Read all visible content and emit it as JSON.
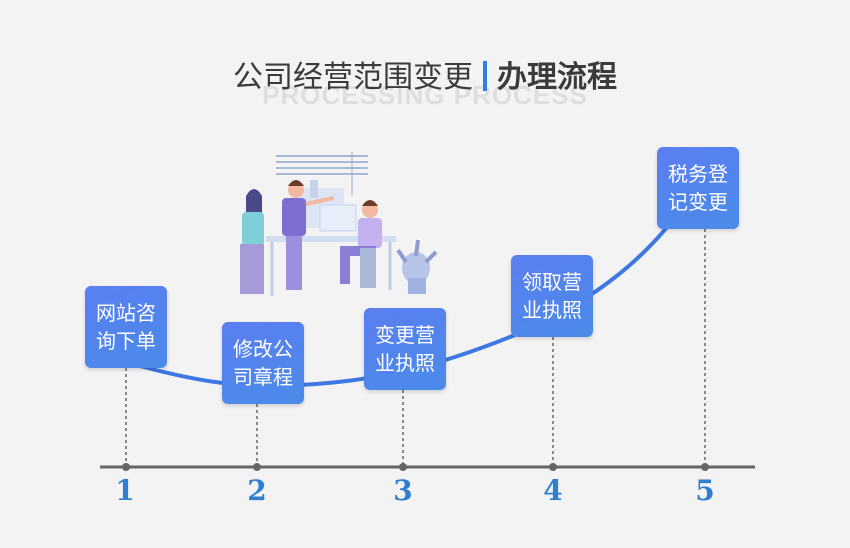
{
  "header": {
    "title_light": "公司经营范围变更",
    "title_bold": "办理流程",
    "watermark": "PROCESSING PROCESS"
  },
  "steps": [
    {
      "number": "1",
      "label": "网站咨询下单"
    },
    {
      "number": "2",
      "label": "修改公司章程"
    },
    {
      "number": "3",
      "label": "变更营业执照"
    },
    {
      "number": "4",
      "label": "领取营业执照"
    },
    {
      "number": "5",
      "label": "税务登记变更"
    }
  ],
  "colors": {
    "accent": "#2f7de1",
    "box": "#5a7ef0",
    "number": "#2f7ecf",
    "axis": "#666666"
  },
  "illustration": "office-team-illustration"
}
